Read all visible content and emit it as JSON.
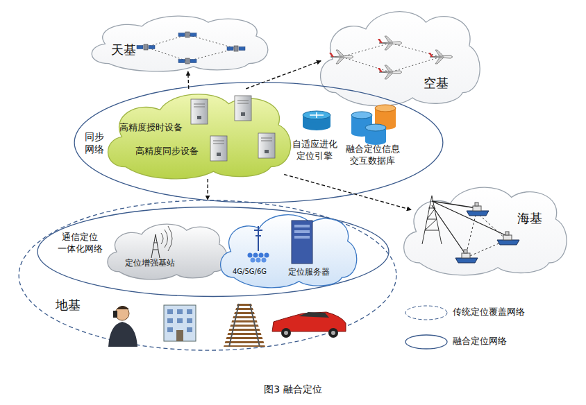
{
  "diagram": {
    "caption": "图3 融合定位",
    "nodes": [
      {
        "text": [
          "天基"
        ]
      },
      {
        "text": [
          "空基"
        ]
      },
      {
        "text": [
          "同步 网络"
        ]
      },
      {
        "text": [
          "高精度授时设备",
          "高精度同步设备"
        ],
        "in": 2
      },
      {
        "text": [
          "海基"
        ]
      },
      {
        "text": [
          "地基"
        ]
      },
      {
        "text": [
          "通信定位 一体化网络"
        ],
        "in": 5
      },
      {
        "text": [
          "定位增强基站"
        ],
        "in": 6
      },
      {
        "text": [
          "4G/5G/6G",
          "定位服务器"
        ],
        "in": 6
      }
    ],
    "edges": [
      {
        "from": 3,
        "to": 0,
        "arrow": "to"
      },
      {
        "from": 3,
        "to": 1,
        "arrow": "to"
      },
      {
        "from": 3,
        "to": 5,
        "arrow": "to"
      },
      {
        "from": 3,
        "to": 4,
        "arrow": "to"
      }
    ],
    "labels": [
      "自适应进化 定位引擎",
      "融合定位信息 交互数据库"
    ],
    "legend": [
      {
        "text": "传统定位覆盖网络"
      },
      {
        "text": "融合定位网络"
      }
    ]
  }
}
